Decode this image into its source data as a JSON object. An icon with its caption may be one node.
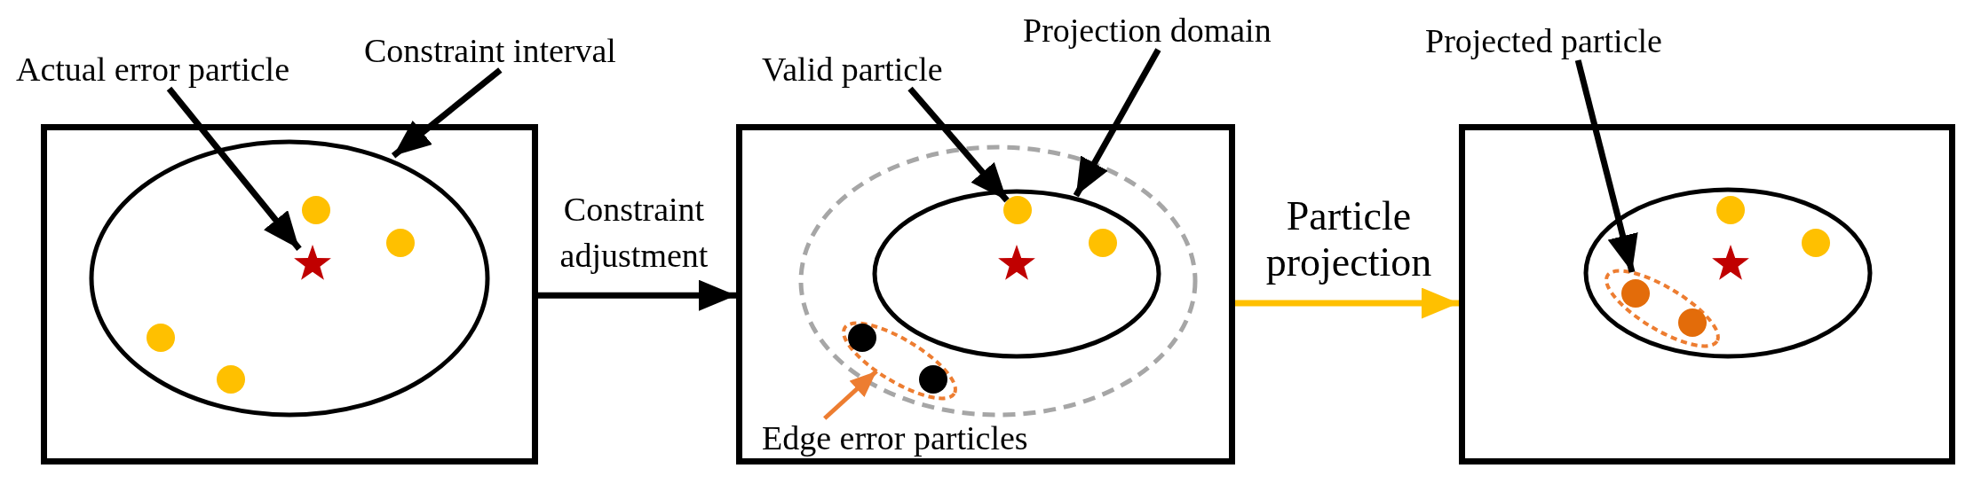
{
  "diagram": {
    "nodes": [
      {
        "text": [],
        "shape": "box"
      },
      {
        "text": [],
        "shape": "ellipse",
        "in": 0
      },
      {
        "text": [],
        "shape": "circle",
        "in": 1
      },
      {
        "text": [],
        "shape": "circle",
        "in": 1
      },
      {
        "text": [],
        "shape": "star",
        "in": 1
      },
      {
        "text": [],
        "shape": "circle",
        "in": 1
      },
      {
        "text": [],
        "shape": "circle",
        "in": 1
      },
      {
        "text": [
          "Actual error particle"
        ]
      },
      {
        "text": [
          "Constraint interval"
        ]
      },
      {
        "text": [],
        "shape": "box"
      },
      {
        "text": [],
        "shape": "ellipse",
        "in": 9
      },
      {
        "text": [],
        "shape": "ellipse",
        "in": 10
      },
      {
        "text": [],
        "shape": "circle",
        "in": 11
      },
      {
        "text": [],
        "shape": "circle",
        "in": 11
      },
      {
        "text": [],
        "shape": "star",
        "in": 11
      },
      {
        "text": [],
        "shape": "ellipse",
        "in": 10
      },
      {
        "text": [],
        "shape": "circle",
        "in": 15
      },
      {
        "text": [],
        "shape": "circle",
        "in": 15
      },
      {
        "text": [
          "Valid particle"
        ]
      },
      {
        "text": [
          "Projection domain"
        ]
      },
      {
        "text": [
          "Edge error particles"
        ],
        "in": 9
      },
      {
        "text": [],
        "shape": "box"
      },
      {
        "text": [],
        "shape": "ellipse",
        "in": 21
      },
      {
        "text": [],
        "shape": "circle",
        "in": 22
      },
      {
        "text": [],
        "shape": "circle",
        "in": 22
      },
      {
        "text": [],
        "shape": "star",
        "in": 22
      },
      {
        "text": [],
        "shape": "ellipse",
        "in": 22
      },
      {
        "text": [],
        "shape": "circle",
        "in": 26
      },
      {
        "text": [],
        "shape": "circle",
        "in": 26
      },
      {
        "text": [
          "Projected particle"
        ]
      }
    ],
    "edges": [
      {
        "from": 7,
        "to": 4,
        "arrow": "to"
      },
      {
        "from": 8,
        "to": 1,
        "arrow": "to"
      },
      {
        "from": 0,
        "to": 9,
        "arrow": "to",
        "label": "Constraint adjustment"
      },
      {
        "from": 18,
        "to": 12,
        "arrow": "to"
      },
      {
        "from": 19,
        "to": 11,
        "arrow": "to"
      },
      {
        "from": 20,
        "to": 15,
        "arrow": "to",
        "color": "#ed7d31"
      },
      {
        "from": 9,
        "to": 21,
        "arrow": "to",
        "label": "Particle projection",
        "color": "#ffc000"
      },
      {
        "from": 29,
        "to": 26,
        "arrow": "to"
      }
    ]
  }
}
